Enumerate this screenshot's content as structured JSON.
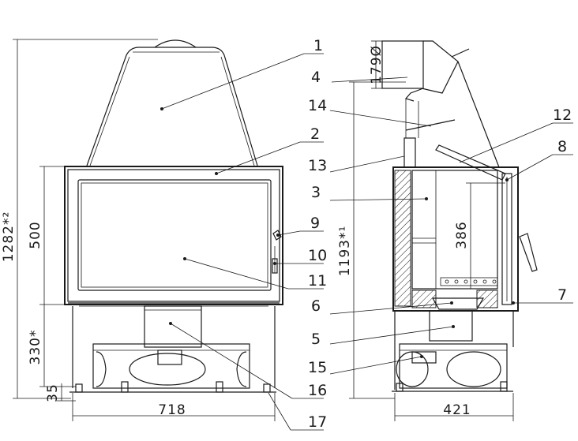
{
  "dimensions": {
    "overall_height": "1282*²",
    "body_height": "500",
    "base_height": "330*",
    "foot_height": "35",
    "front_width": "718",
    "side_height": "1193*¹",
    "flue_diameter": "179Ø",
    "inner_height": "386",
    "side_width": "421"
  },
  "callouts": {
    "front": [
      "1",
      "2",
      "9",
      "10",
      "11",
      "16",
      "17"
    ],
    "side": [
      "4",
      "14",
      "13",
      "3",
      "6",
      "5",
      "15",
      "12",
      "8",
      "7"
    ]
  }
}
